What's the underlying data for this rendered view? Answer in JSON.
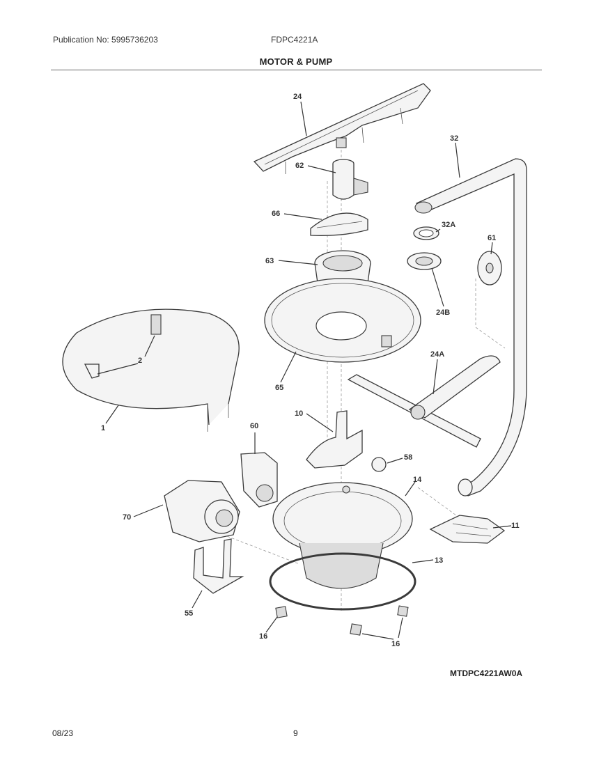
{
  "header": {
    "publication": "Publication No: 5995736203",
    "model": "FDPC4221A",
    "section_title": "MOTOR & PUMP"
  },
  "parts": {
    "p24": "24",
    "p62": "62",
    "p32": "32",
    "p66": "66",
    "p32a": "32A",
    "p61": "61",
    "p63": "63",
    "p24b": "24B",
    "p2": "2",
    "p24a": "24A",
    "p65": "65",
    "p1": "1",
    "p60": "60",
    "p10": "10",
    "p58": "58",
    "p14": "14",
    "p70": "70",
    "p11": "11",
    "p13": "13",
    "p55": "55",
    "p16a": "16",
    "p16b": "16"
  },
  "diagram_code": "MTDPC4221AW0A",
  "footer": {
    "date": "08/23",
    "page": "9"
  }
}
